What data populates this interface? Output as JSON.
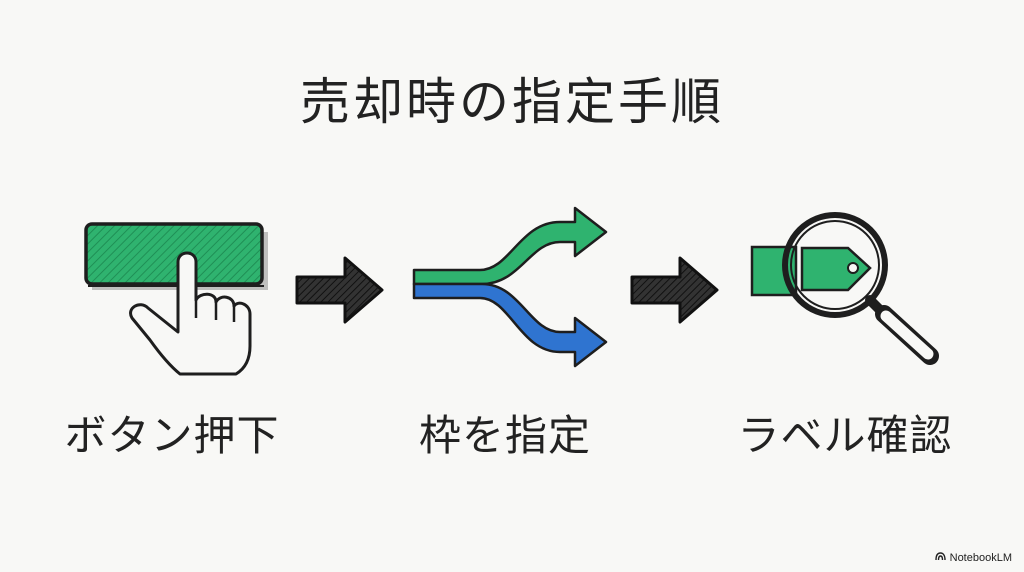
{
  "title": "売却時の指定手順",
  "steps": [
    {
      "label": "ボタン押下",
      "icon": "hand-pressing-button-icon"
    },
    {
      "label": "枠を指定",
      "icon": "branching-arrows-icon"
    },
    {
      "label": "ラベル確認",
      "icon": "magnifying-glass-label-icon"
    }
  ],
  "brand": "NotebookLM",
  "colors": {
    "green": "#2fb36f",
    "blue": "#2f74d0",
    "ink": "#1e1e1e",
    "background": "#f8f8f6"
  }
}
